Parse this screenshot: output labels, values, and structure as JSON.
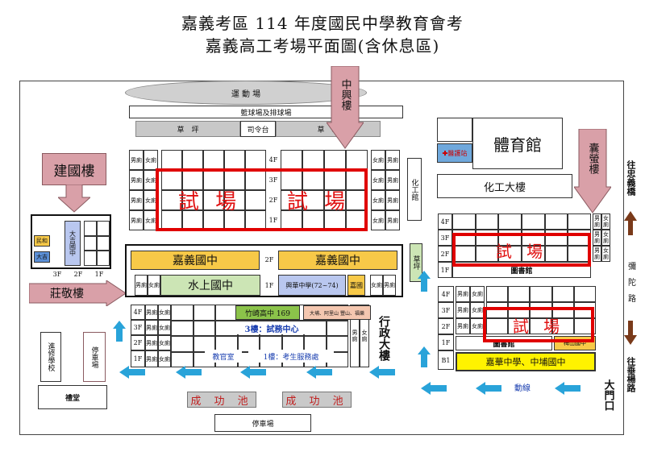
{
  "title": {
    "line1": "嘉義考區 114 年度國民中學教育會考",
    "line2": "嘉義高工考場平面圖(含休息區)"
  },
  "buildings": {
    "playground": "運 動 場",
    "basketball": "籃球場及排球場",
    "lawn_left": "草　坪",
    "lawn_right": "草　坪",
    "podium": "司令台",
    "zhongxing": "中興樓",
    "jianguo": "建國樓",
    "zhuangjing": "莊敬樓",
    "gym": "體育館",
    "health": "醫護站",
    "chemistry_building": "化工大樓",
    "chemistry_hall": "化工館",
    "nangying": "囊螢樓",
    "lawn_small": "草坪",
    "library1": "圖書館",
    "library2": "圖書館",
    "admin": "行政大樓",
    "jinxiu": "進修學校",
    "parking_left": "停車場",
    "auditorium": "禮堂",
    "pond1": "成 功 池",
    "pond2": "成 功 池",
    "parking_bottom": "停車場",
    "main_gate": "大門口",
    "moving_line": "動線",
    "teacher_room": "教官室"
  },
  "labels": {
    "exam": "試 場",
    "exam2": "試 場",
    "male": "男廁",
    "female": "女廁",
    "jiayi_jh_1": "嘉義國中",
    "jiayi_jh_2": "嘉義國中",
    "shuishang": "水上國中",
    "xinghua": "興華中學(72~74)",
    "jiayuan": "嘉國",
    "zhuqi": "竹崎高中 169",
    "dapu": "大埔、阿里山 豐山、福樂",
    "floor3_admin": "3樓：試務中心",
    "floor1_admin": "1樓：考生服務處",
    "meishan": "梅山國中",
    "jiahua": "嘉華中學、中埔國中",
    "minhe": "民和",
    "dadu": "大吉",
    "daji_jh": "大吉國中"
  },
  "floors": {
    "zhongxing": [
      "4F",
      "3F",
      "2F",
      "1F"
    ],
    "jianguo": [
      "3F",
      "2F",
      "1F"
    ],
    "zhuangjing": [
      "2F",
      "1F"
    ],
    "admin": [
      "4F",
      "3F",
      "2F",
      "1F"
    ],
    "right_upper": [
      "4F",
      "3F",
      "2F",
      "1F"
    ],
    "right_lower": [
      "4F",
      "3F",
      "2F",
      "1F",
      "B1"
    ]
  },
  "directions": {
    "up": "往忠義橋",
    "middle": "彌陀路",
    "down": "往垂楊路"
  },
  "colors": {
    "exam_border": "#e00000",
    "yellow": "#f7c948",
    "green": "#cce5b5",
    "arrow_pink": "#d9a0a8",
    "arrow_blue": "#29a3d9",
    "dir_arrow": "#7a3a1a"
  }
}
